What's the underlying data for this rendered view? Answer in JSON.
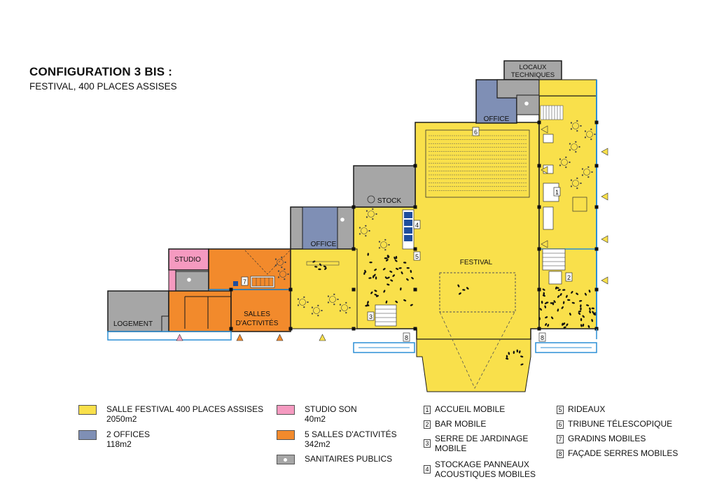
{
  "title": {
    "main": "CONFIGURATION 3 BIS :",
    "sub": "FESTIVAL, 400 PLACES ASSISES"
  },
  "plan_labels": {
    "locaux": [
      "LOCAUX",
      "TECHNIQUES"
    ],
    "office_top": "OFFICE",
    "office_mid": "OFFICE",
    "stock": "STOCK",
    "studio": "STUDIO",
    "logement": "LOGEMENT",
    "salles": [
      "SALLES",
      "D'ACTIVITÉS"
    ],
    "festival": "FESTIVAL",
    "markers": {
      "tribune": "6",
      "accueil": "1",
      "bar": "2",
      "serre": "3",
      "stockage": "4",
      "rideaux": "5",
      "gradins": "7",
      "facade_left": "8",
      "facade_right": "8"
    }
  },
  "colors": {
    "festival": "#f9e04b",
    "office": "#7f8fb5",
    "studio": "#f59ac0",
    "activites": "#f28a2c",
    "sanitaires": "#a6a6a6",
    "wall": "#1a1a1a",
    "facade": "#2b8fd6"
  },
  "legend": {
    "swatches": [
      {
        "label": "SALLE FESTIVAL 400 PLACES ASSISES",
        "area": "2050m2",
        "color": "#f9e04b"
      },
      {
        "label": "2 OFFICES",
        "area": "118m2",
        "color": "#7f8fb5"
      },
      {
        "label": "STUDIO SON",
        "area": "40m2",
        "color": "#f59ac0"
      },
      {
        "label": "5 SALLES D'ACTIVITÉS",
        "area": "342m2",
        "color": "#f28a2c"
      },
      {
        "label": "SANITAIRES PUBLICS",
        "area": "",
        "color": "#a6a6a6"
      }
    ],
    "numbered": [
      {
        "num": "1",
        "text": "ACCUEIL MOBILE"
      },
      {
        "num": "2",
        "text": "BAR MOBILE"
      },
      {
        "num": "3",
        "text": "SERRE DE JARDINAGE",
        "text2": "MOBILE"
      },
      {
        "num": "4",
        "text": "STOCKAGE PANNEAUX",
        "text2": "ACOUSTIQUES MOBILES"
      },
      {
        "num": "5",
        "text": "RIDEAUX"
      },
      {
        "num": "6",
        "text": "TRIBUNE TÉLESCOPIQUE"
      },
      {
        "num": "7",
        "text": "GRADINS MOBILES"
      },
      {
        "num": "8",
        "text": "FAÇADE SERRES MOBILES"
      }
    ]
  }
}
